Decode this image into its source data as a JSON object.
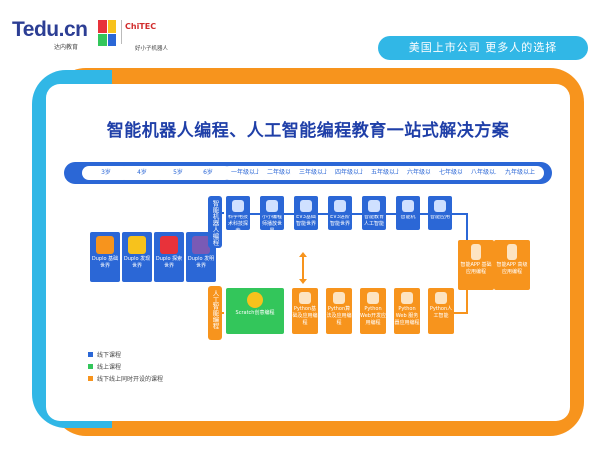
{
  "header": {
    "logo_text": "Tedu.cn",
    "logo_sub": "达内教育",
    "brand2": "ChiTEC",
    "brand2_sub": "好小子机器人",
    "slogan": "美国上市公司  更多人的选择"
  },
  "colors": {
    "blue": "#2b67d6",
    "light_blue": "#31b7e6",
    "orange": "#f7941d",
    "green": "#33c65b",
    "title_blue": "#1f3fa8"
  },
  "title": "智能机器人编程、人工智能编程教育一站式解决方案",
  "timeline": [
    "3岁",
    "4岁",
    "5岁",
    "6岁",
    "一年级以上",
    "二年级以上",
    "三年级以上",
    "四年级以上",
    "五年级以上",
    "六年级以上",
    "七年级以上",
    "八年级以上",
    "九年级以上"
  ],
  "robot_column": {
    "label": "智能机器人编程",
    "boxes": [
      "科学电技术科技探索",
      "小小编程师播放世界",
      "EV3基础智能世界",
      "EV3进阶智能世界",
      "智能教育人工智能",
      "智能机",
      "智能应用"
    ]
  },
  "ai_column": {
    "label": "人工智能编程",
    "boxes": [
      "Scratch创意编程",
      "Python基础及应用编程",
      "Python算法及应用编程",
      "Python Web开发应用编程",
      "Python Web 服务器应用编程",
      "Python人工智能"
    ]
  },
  "duplo": [
    "Duplo 基础世界",
    "Duplo 发现世界",
    "Duplo 探索世界",
    "Duplo 发明世界"
  ],
  "apps": [
    "智能APP 基础应用编程",
    "智能APP 高级应用编程"
  ],
  "legend": [
    "线下课程",
    "线上课程",
    "线下线上同时开设的课程"
  ]
}
